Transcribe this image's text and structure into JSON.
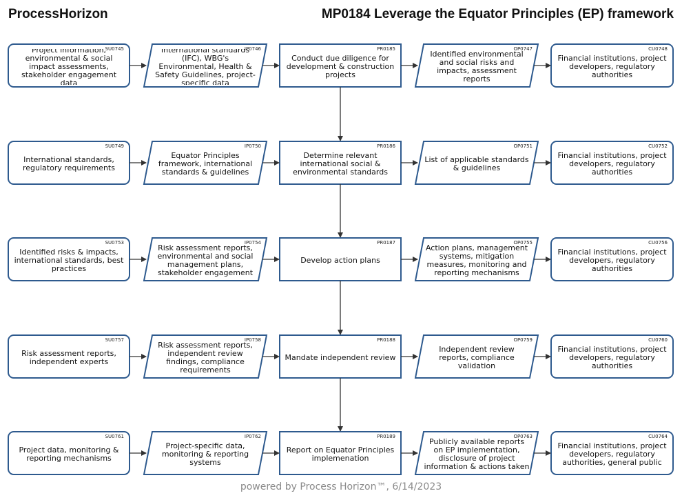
{
  "header": {
    "brand": "ProcessHorizon",
    "title": "MP0184 Leverage the Equator Principles (EP) framework"
  },
  "footer": "powered by Process Horizon™, 6/14/2023",
  "colors": {
    "stroke": "#2e5a8e",
    "fill": "#ffffff",
    "arrow": "#333333"
  },
  "rows": [
    {
      "supplier": {
        "code": "SU0745",
        "text": "Project information, environmental & social impact assessments, stakeholder engagement data"
      },
      "input": {
        "code": "IP0746",
        "text": "International standards (IFC), WBG's Environmental, Health & Safety Guidelines, project-specific data"
      },
      "process": {
        "code": "PR0185",
        "text": "Conduct due diligence for development & construction projects"
      },
      "output": {
        "code": "OP0747",
        "text": "Identified environmental and social risks and impacts, assessment reports"
      },
      "customer": {
        "code": "CU0748",
        "text": "Financial institutions, project developers, regulatory authorities"
      }
    },
    {
      "supplier": {
        "code": "SU0749",
        "text": "International standards, regulatory requirements"
      },
      "input": {
        "code": "IP0750",
        "text": "Equator Principles framework, international standards & guidelines"
      },
      "process": {
        "code": "PR0186",
        "text": "Determine relevant international social & environmental standards"
      },
      "output": {
        "code": "OP0751",
        "text": "List of applicable standards & guidelines"
      },
      "customer": {
        "code": "CU0752",
        "text": "Financial institutions, project developers, regulatory authorities"
      }
    },
    {
      "supplier": {
        "code": "SU0753",
        "text": "Identified risks & impacts, international standards, best practices"
      },
      "input": {
        "code": "IP0754",
        "text": "Risk assessment reports, environmental and social management plans, stakeholder engagement"
      },
      "process": {
        "code": "PR0187",
        "text": "Develop action plans"
      },
      "output": {
        "code": "OP0755",
        "text": "Action plans, management systems, mitigation measures, monitoring and reporting mechanisms"
      },
      "customer": {
        "code": "CU0756",
        "text": "Financial institutions, project developers, regulatory authorities"
      }
    },
    {
      "supplier": {
        "code": "SU0757",
        "text": "Risk assessment reports, independent experts"
      },
      "input": {
        "code": "IP0758",
        "text": "Risk assessment reports, independent review findings, compliance requirements"
      },
      "process": {
        "code": "PR0188",
        "text": "Mandate independent review"
      },
      "output": {
        "code": "OP0759",
        "text": "Independent review reports, compliance validation"
      },
      "customer": {
        "code": "CU0760",
        "text": "Financial institutions, project developers, regulatory authorities"
      }
    },
    {
      "supplier": {
        "code": "SU0761",
        "text": "Project data, monitoring & reporting mechanisms"
      },
      "input": {
        "code": "IP0762",
        "text": "Project-specific data, monitoring & reporting systems"
      },
      "process": {
        "code": "PR0189",
        "text": "Report on Equator Principles implemenation"
      },
      "output": {
        "code": "OP0763",
        "text": "Publicly available reports on EP implementation, disclosure of project information & actions taken"
      },
      "customer": {
        "code": "CU0764",
        "text": "Financial institutions, project developers, regulatory authorities, general public"
      }
    }
  ]
}
